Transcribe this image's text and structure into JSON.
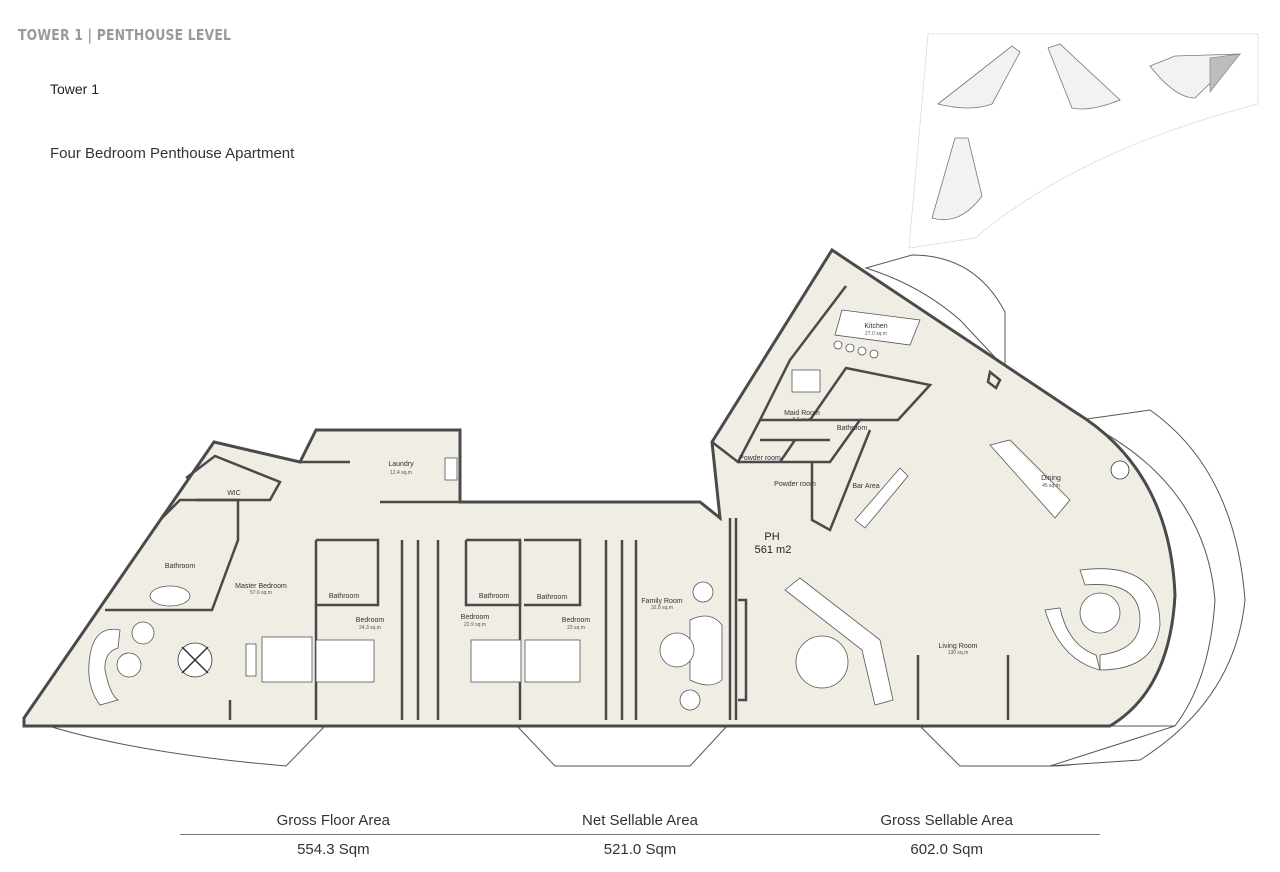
{
  "header": {
    "title": "TOWER 1 | PENTHOUSE LEVEL",
    "tower": "Tower 1",
    "apartment_type": "Four Bedroom Penthouse Apartment"
  },
  "plan": {
    "unit_code": "PH",
    "unit_area": "561 m2",
    "rooms": {
      "kitchen": {
        "name": "Kitchen",
        "area": "27.0 sq.m"
      },
      "maid_room": {
        "name": "Maid Room",
        "area": "8.7 sq.m"
      },
      "maid_bathroom": {
        "name": "Bathroom"
      },
      "powder_room_1": {
        "name": "Powder room"
      },
      "powder_room_2": {
        "name": "Powder room"
      },
      "bar_area": {
        "name": "Bar Area"
      },
      "dining": {
        "name": "Dining",
        "area": "45 sq.m"
      },
      "living_room": {
        "name": "Living Room",
        "area": "130 sq.m"
      },
      "family_room": {
        "name": "Family Room",
        "area": "32.8 sq.m"
      },
      "bedroom_1": {
        "name": "Bedroom",
        "area": "24.3 sq.m"
      },
      "bedroom_2": {
        "name": "Bedroom",
        "area": "22.9 sq.m"
      },
      "bedroom_3": {
        "name": "Bedroom",
        "area": "23 sq.m"
      },
      "bathroom_1": {
        "name": "Bathroom"
      },
      "bathroom_2": {
        "name": "Bathroom"
      },
      "bathroom_3": {
        "name": "Bathroom"
      },
      "master_bedroom": {
        "name": "Master Bedroom",
        "area": "57.6 sq.m"
      },
      "master_bathroom": {
        "name": "Bathroom"
      },
      "wic": {
        "name": "WIC"
      },
      "laundry": {
        "name": "Laundry",
        "area": "12.4 sq.m"
      }
    }
  },
  "areas": {
    "gross_floor_label": "Gross Floor Area",
    "gross_floor_value": "554.3 Sqm",
    "net_sellable_label": "Net Sellable Area",
    "net_sellable_value": "521.0 Sqm",
    "gross_sellable_label": "Gross Sellable Area",
    "gross_sellable_value": "602.0 Sqm"
  },
  "colors": {
    "floor": "#f0ede4",
    "wall": "#4a4a4a",
    "terrace": "#ffffff",
    "key_plan_outline": "#e8a79a"
  }
}
